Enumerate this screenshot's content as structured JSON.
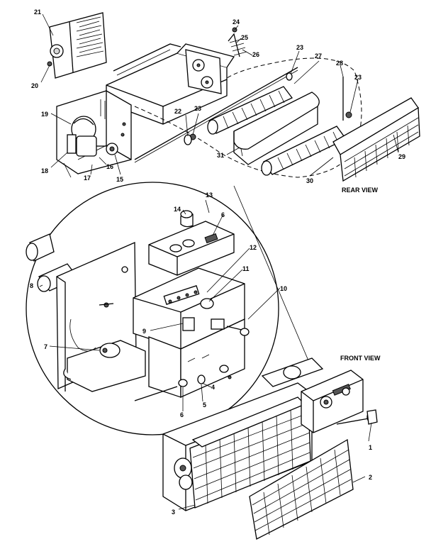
{
  "views": {
    "rear": "REAR VIEW",
    "front": "FRONT VIEW"
  },
  "callouts": [
    "1",
    "2",
    "3",
    "4",
    "5",
    "6",
    "7",
    "8",
    "9",
    "10",
    "11",
    "12",
    "13",
    "14",
    "15",
    "16",
    "17",
    "18",
    "19",
    "20",
    "21",
    "22",
    "23",
    "24",
    "25",
    "26",
    "27",
    "28",
    "29",
    "30",
    "31",
    "6",
    "23"
  ]
}
